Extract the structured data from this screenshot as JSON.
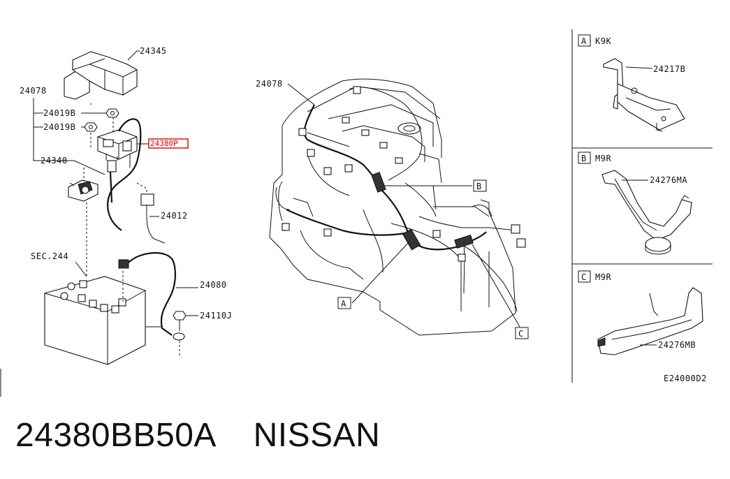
{
  "labels": {
    "p24345": "24345",
    "p24078_left": "24078",
    "p24019b_1": "24019B",
    "p24019b_2": "24019B",
    "p24380p": "24380P",
    "p24340": "24340",
    "p24012": "24012",
    "sec244": "SEC.244",
    "p24080": "24080",
    "p24110j": "24110J",
    "p24078_engine": "24078",
    "callout_a": "A",
    "callout_b": "B",
    "callout_c": "C"
  },
  "details": {
    "a": {
      "letter": "A",
      "variant": "K9K",
      "part": "24217B"
    },
    "b": {
      "letter": "B",
      "variant": "M9R",
      "part": "24276MA"
    },
    "c": {
      "letter": "C",
      "variant": "M9R",
      "part": "24276MB"
    }
  },
  "diagram_code": "E24000D2",
  "caption": {
    "part_number": "24380BB50A",
    "brand": "NISSAN"
  }
}
